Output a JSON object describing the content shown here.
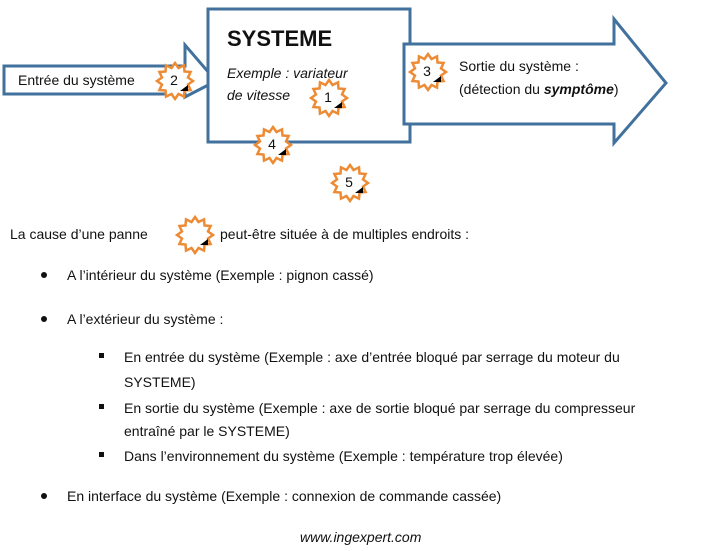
{
  "system": {
    "title": "SYSTEME",
    "example_line1": "Exemple : variateur",
    "example_line2": "de vitesse"
  },
  "input": {
    "label": "Entrée du système"
  },
  "output": {
    "line1": "Sortie du système :",
    "line2_prefix": "(détection du ",
    "line2_bold": "symptôme",
    "line2_suffix": ")"
  },
  "badges": [
    "1",
    "2",
    "3",
    "4",
    "5"
  ],
  "cause_text": {
    "before": "La cause d’une panne",
    "after": "peut-être située à de multiples endroits :"
  },
  "list": {
    "item1": "A l’intérieur du système (Exemple : pignon cassé)",
    "item2": "A l’extérieur du système :",
    "sub1_line1": "En entrée du système (Exemple : axe d’entrée  bloqué par serrage du moteur du",
    "sub1_line2": "SYSTEME)",
    "sub2_line1": "En sortie du système (Exemple : axe de sortie bloqué par serrage du compresseur",
    "sub2_line2": "entraîné par le SYSTEME)",
    "sub3": "Dans l’environnement du système (Exemple : température trop élevée)",
    "item3": "En interface du système (Exemple : connexion de commande cassée)"
  },
  "footer": "www.ingexpert.com",
  "colors": {
    "frame": "#41719c",
    "burst": "#ed8b35",
    "text": "#111111"
  }
}
